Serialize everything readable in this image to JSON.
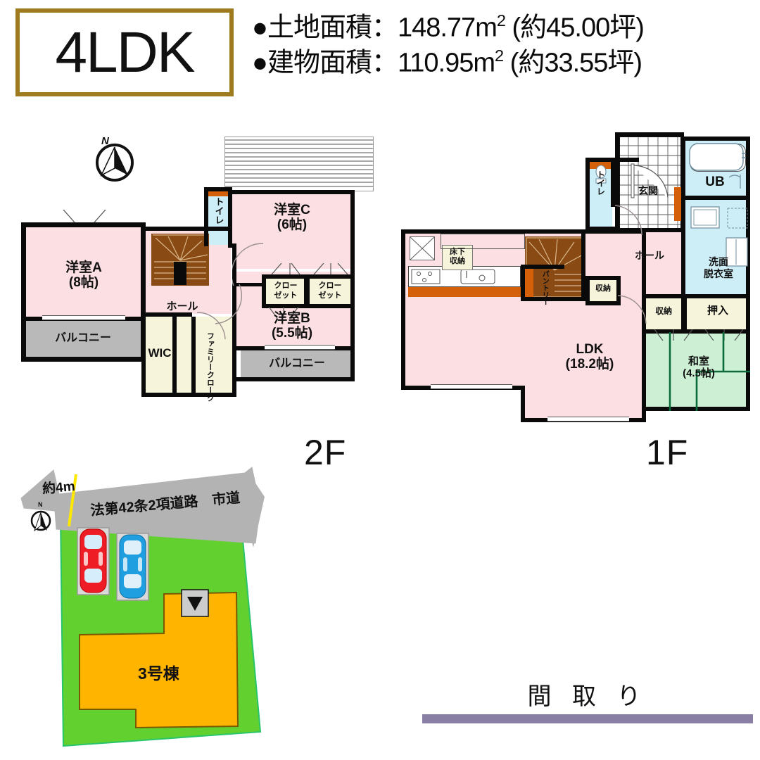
{
  "header": {
    "plan_type": "4LDK",
    "land_area_label": "●土地面積：148.77",
    "land_area_unit": "m",
    "land_area_sup": "2",
    "land_area_tsubo": " (約45.00坪)",
    "building_area_label": "●建物面積：110.95",
    "building_area_unit": "m",
    "building_area_sup": "2",
    "building_area_tsubo": " (約33.55坪)",
    "land_area_full": "●土地面積：148.77㎡ (約45.00坪)",
    "building_area_full": "●建物面積：110.95㎡ (約33.55坪)"
  },
  "floor2": {
    "tag": "2F",
    "compass_n": "N",
    "rooms": [
      {
        "name": "洋室A",
        "size": "(8帖)"
      },
      {
        "name": "洋室B",
        "size": "(5.5帖)"
      },
      {
        "name": "洋室C",
        "size": "(6帖)"
      }
    ],
    "labels": {
      "hall": "ホール",
      "toilet": "トイレ",
      "wic": "WIC",
      "family_closet": "ファミリークローク",
      "closet1_top": "クロー",
      "closet1_bottom": "ゼット",
      "closet2_top": "クロー",
      "closet2_bottom": "ゼット",
      "balcony_left": "バルコニー",
      "balcony_right": "バルコニー"
    }
  },
  "floor1": {
    "tag": "1F",
    "rooms": [
      {
        "name": "LDK",
        "size": "(18.2帖)"
      },
      {
        "name": "和室",
        "size": "(4.5帖)"
      }
    ],
    "labels": {
      "entrance": "玄関",
      "hall": "ホール",
      "toilet": "トイレ",
      "unit_bath": "UB",
      "washroom_line1": "洗面",
      "washroom_line2": "脱衣室",
      "under_floor_storage_line1": "床下",
      "under_floor_storage_line2": "収納",
      "pantry": "パントリー",
      "storage_hall": "収納",
      "storage_small": "収納",
      "oshiire": "押入"
    }
  },
  "site": {
    "road_width": "約4m",
    "road_name": "法第42条2項道路　市道",
    "building_label": "3号棟",
    "compass_n": "N"
  },
  "footer": {
    "title": "間 取 り"
  },
  "colors": {
    "accent_gold": "#9d7b1e",
    "room_pink": "#fbdfe3",
    "balcony_gray": "#b9b9b9",
    "closet_cream": "#f7f4dc",
    "tatami_green": "#cdf0d4",
    "water_cyan": "#cdeef6",
    "stairs_wood": "#8a4a14",
    "counter_orange": "#d4600a",
    "site_green": "#62d12f",
    "site_building": "#ffb400",
    "road_gray": "#b3b3b3",
    "road_yellow": "#ffe800",
    "car_red": "#ee1c25",
    "car_blue": "#1f9ee0",
    "footer_bar": "#897fa5"
  }
}
